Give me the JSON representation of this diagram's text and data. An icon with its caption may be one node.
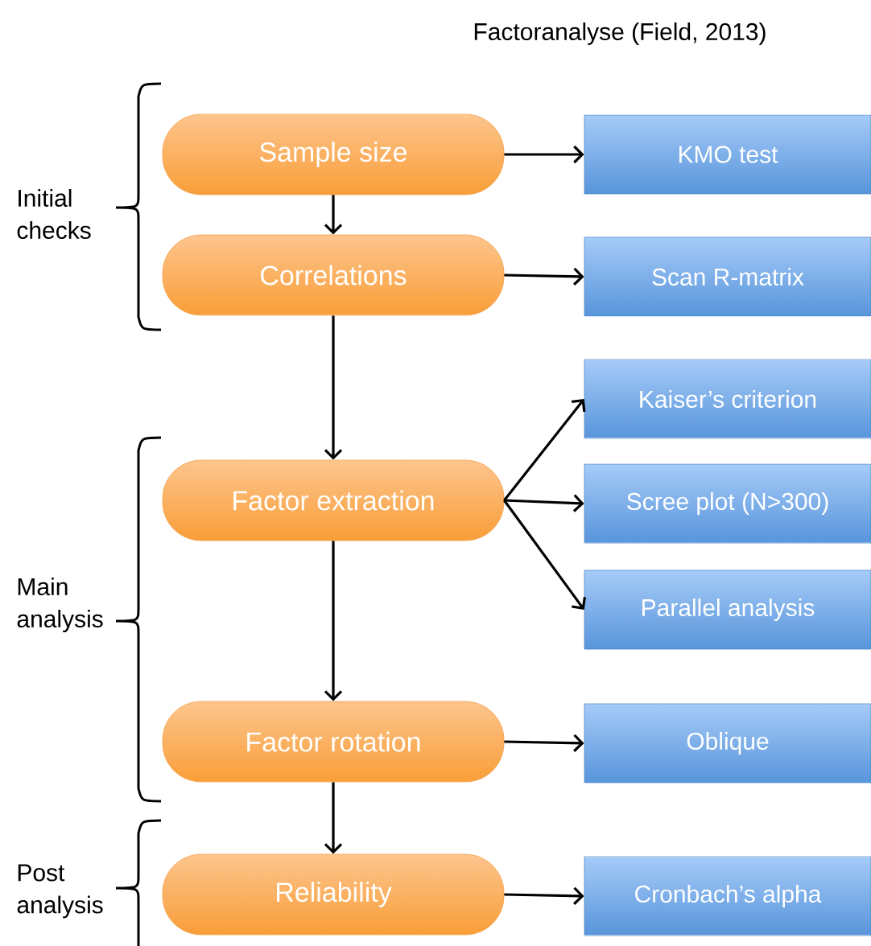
{
  "diagram": {
    "title": "Factoranalyse (Field, 2013)",
    "nodes": [
      {
        "text": [
          "Sample size"
        ]
      },
      {
        "text": [
          "KMO test"
        ]
      },
      {
        "text": [
          "Correlations"
        ]
      },
      {
        "text": [
          "Scan R-matrix"
        ]
      },
      {
        "text": [
          "Factor extraction"
        ]
      },
      {
        "text": [
          "Kaiser’s criterion"
        ]
      },
      {
        "text": [
          "Scree plot (N>300)"
        ]
      },
      {
        "text": [
          "Parallel analysis"
        ]
      },
      {
        "text": [
          "Factor rotation"
        ]
      },
      {
        "text": [
          "Oblique"
        ]
      },
      {
        "text": [
          "Reliability"
        ]
      },
      {
        "text": [
          "Cronbach’s alpha"
        ]
      }
    ],
    "edges": [
      {
        "from": 0,
        "to": 1,
        "arrow": "to"
      },
      {
        "from": 0,
        "to": 2,
        "arrow": "to"
      },
      {
        "from": 2,
        "to": 3,
        "arrow": "to"
      },
      {
        "from": 2,
        "to": 4,
        "arrow": "to"
      },
      {
        "from": 4,
        "to": 5,
        "arrow": "to"
      },
      {
        "from": 4,
        "to": 6,
        "arrow": "to"
      },
      {
        "from": 4,
        "to": 7,
        "arrow": "to"
      },
      {
        "from": 4,
        "to": 8,
        "arrow": "to"
      },
      {
        "from": 8,
        "to": 9,
        "arrow": "to"
      },
      {
        "from": 8,
        "to": 10,
        "arrow": "to"
      },
      {
        "from": 10,
        "to": 11,
        "arrow": "to"
      }
    ],
    "labels": [
      "Initial checks",
      "Main analysis",
      "Post analysis"
    ]
  }
}
